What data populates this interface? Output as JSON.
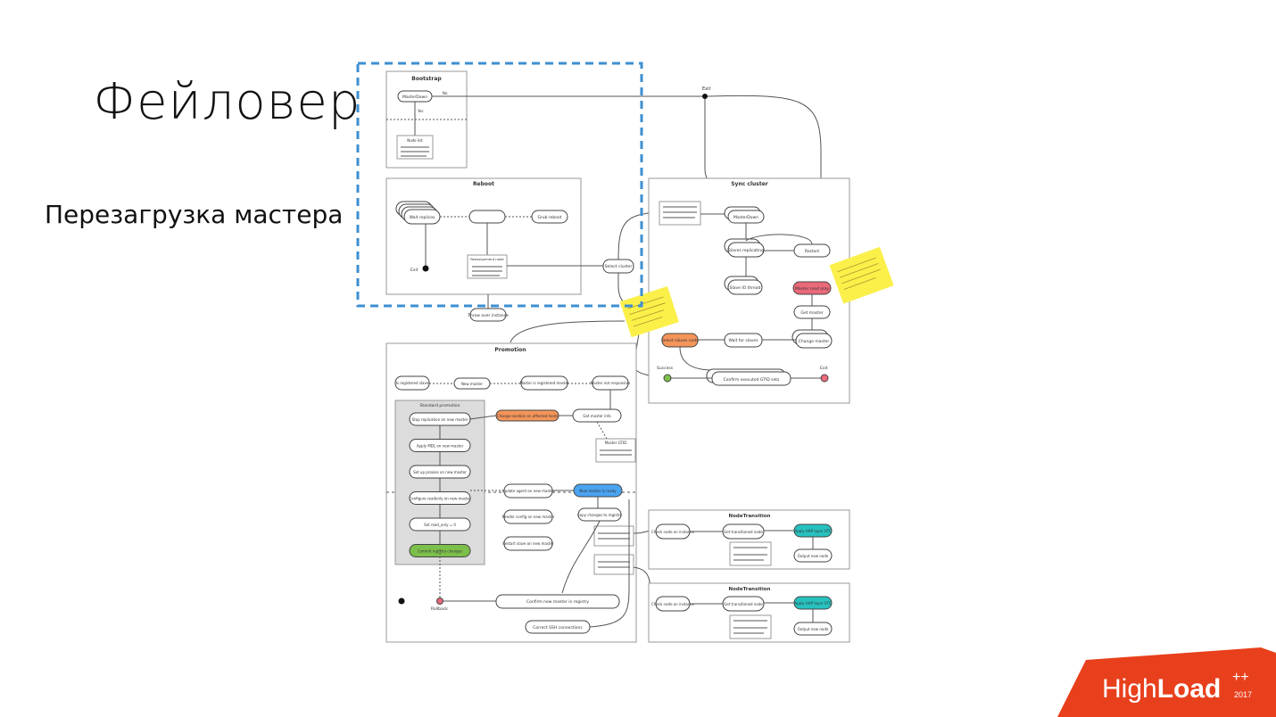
{
  "slide": {
    "title": "Фейловер",
    "subtitle": "Перезагрузка мастера"
  },
  "diagram": {
    "bootstrap": {
      "title": "Bootstrap",
      "master_down": "MasterDown",
      "yes": "Yes",
      "no": "No",
      "nodes_box_title": "Node list"
    },
    "reboot": {
      "title": "Reboot",
      "exit": "Exit",
      "wait_replicas": "Wait replicas",
      "grub_reboot": "Grub reboot",
      "reassign": "Reassignment node"
    },
    "select_cluster": "Select cluster",
    "throw_over": "Throw over instance",
    "exit": "Exit",
    "sync_cluster": {
      "title": "Sync cluster",
      "master_down": "MasterDown",
      "slaves_replicating": "Slaves replicating",
      "restart": "Restart",
      "slave_io": "Slave IO thread",
      "master_read_only": "Master read only",
      "get_master": "Get master",
      "change_master": "Change master",
      "wait_slaves": "Wait for slaves",
      "select_slaves": "Select slaves node",
      "confirm_gtid": "Confirm executed GTID sets",
      "success": "Success",
      "exit": "Exit"
    },
    "promotion": {
      "title": "Promotion",
      "is_registered": "Is registered slave",
      "new_master": "New master",
      "master_registered": "Master is registered master",
      "master_responsive": "Master not responsive",
      "standard_title": "Standard promotion",
      "steps": [
        "Stop replication on new master",
        "Apply MDL on new master",
        "Set up proxies on new master",
        "Configure readonly on new master",
        "Set read_only = 0",
        "Commit registry changes"
      ],
      "change_location": "Change location on affected hosts",
      "get_master_info": "Get master info",
      "master_gtid": "Master GTID",
      "update_agent": "Update agent on new master",
      "render_config": "Render config on new master",
      "restart_slave": "Restart slave on new master",
      "new_master_ready": "New master is ready",
      "copy_changes": "Copy changes to registry",
      "rollback": "Rollback",
      "confirm_registry": "Confirm new master in registry",
      "correct_ssh": "Correct SSH connections"
    },
    "node_transition_1": {
      "title": "NodeTransition",
      "check_node": "Check node on instance",
      "get_transitioned": "Get transitioned node",
      "apply_haproxy": "Apply HAP layer UTC",
      "output_node": "Output new node"
    },
    "node_transition_2": {
      "title": "NodeTransition",
      "check_node": "Check node on instance",
      "get_transitioned": "Get transitioned node",
      "apply_haproxy": "Apply HAP layer UTC",
      "output_node": "Output new node"
    },
    "colors": {
      "highlight_dash": "#3d8fd1",
      "orange": "#f4955a",
      "green": "#7cc04b",
      "blue": "#4aa3f0",
      "teal": "#27c2c0",
      "red": "#ea6a7a",
      "sticky": "#fbef4a",
      "gray_panel": "#dcdcdc",
      "logo_red": "#e8401c"
    }
  },
  "logo": {
    "brand_light": "High",
    "brand_bold": "Load",
    "sup": "++",
    "year": "2017"
  }
}
